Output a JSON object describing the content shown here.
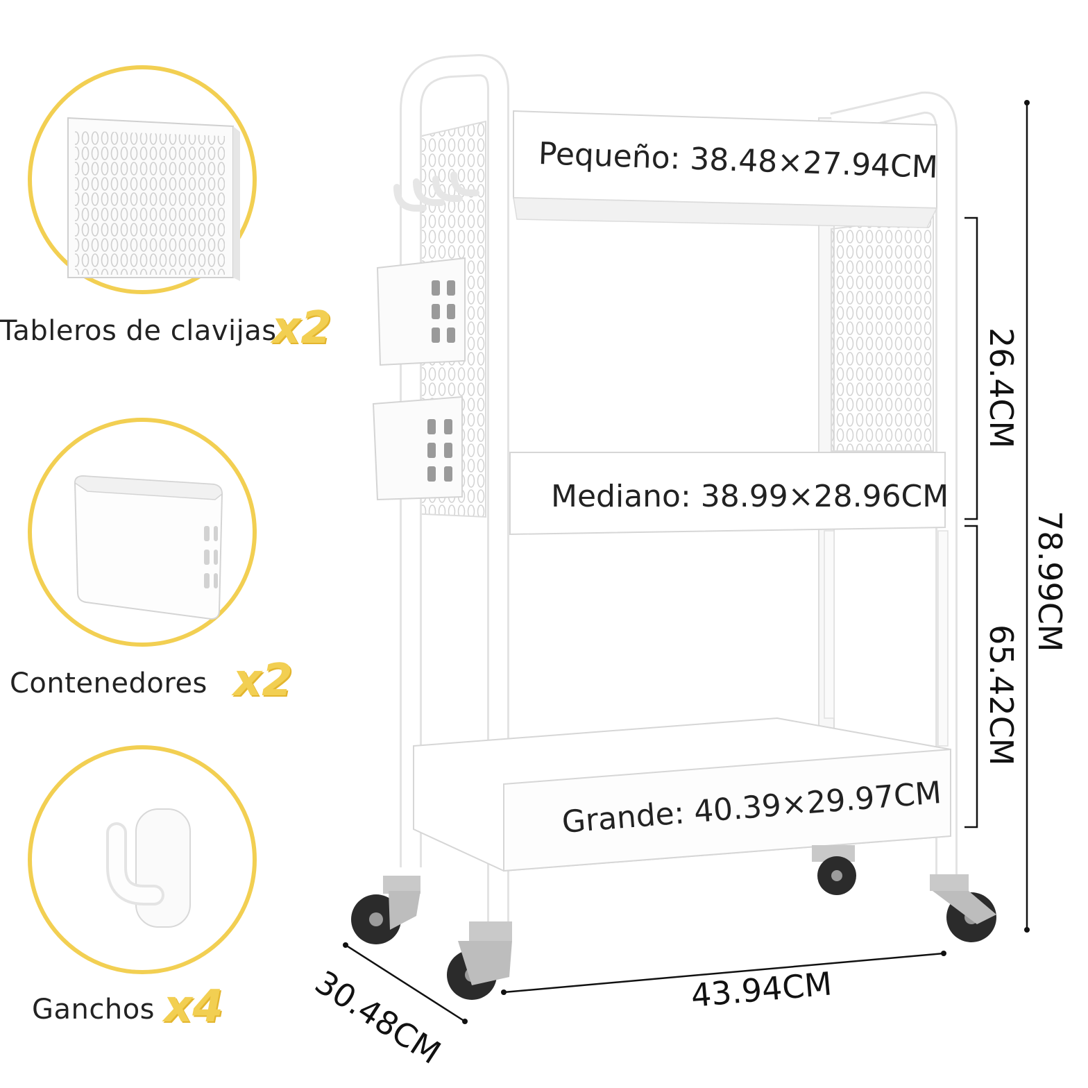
{
  "accessories": [
    {
      "label": "Tableros de clavijas",
      "qty": "x2",
      "icon": "pegboard-icon"
    },
    {
      "label": "Contenedores",
      "qty": "x2",
      "icon": "container-icon"
    },
    {
      "label": "Ganchos",
      "qty": "x4",
      "icon": "hook-icon"
    }
  ],
  "shelves": {
    "small": "Pequeño: 38.48×27.94CM",
    "medium": "Mediano: 38.99×28.96CM",
    "large": "Grande: 40.39×29.97CM"
  },
  "dimensions": {
    "upper_gap": "26.4CM",
    "lower_gap": "65.42CM",
    "total_height": "78.99CM",
    "width": "43.94CM",
    "depth": "30.48CM"
  },
  "colors": {
    "accent": "#f2cf52",
    "cart": "#ffffff",
    "outline": "#d6d6d6",
    "wheel": "#2b2b2b"
  }
}
